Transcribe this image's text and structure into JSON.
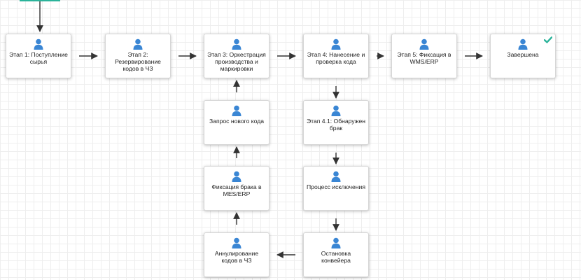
{
  "colors": {
    "accent": "#3a86d4",
    "check": "#2bb39a",
    "arrow": "#333333",
    "node_border": "#d6d6d6",
    "text": "#222222"
  },
  "icons": {
    "node": "user-icon",
    "completed": "check-icon"
  },
  "nodes": [
    {
      "id": "n1",
      "label": "Этап 1: Поступление сырья"
    },
    {
      "id": "n2",
      "label": "Этап 2: Резервирование кодов в ЧЗ"
    },
    {
      "id": "n3",
      "label": "Этап 3: Оркестрация производства и маркировки"
    },
    {
      "id": "n4",
      "label": "Этап 4: Нанесение и проверка кода"
    },
    {
      "id": "n5",
      "label": "Этап 5: Фиксация в WMS/ERP"
    },
    {
      "id": "n6",
      "label": "Завершена",
      "completed": true
    },
    {
      "id": "n41",
      "label": "Этап 4.1: Обнаружен брак"
    },
    {
      "id": "nproc",
      "label": "Процесс исключения"
    },
    {
      "id": "nstop",
      "label": "Остановка конвейера"
    },
    {
      "id": "nannul",
      "label": "Аннулирование кодов в ЧЗ"
    },
    {
      "id": "nfix",
      "label": "Фиксация брака в MES/ERP"
    },
    {
      "id": "nreq",
      "label": "Запрос нового кода"
    }
  ],
  "edges": [
    {
      "from": "start",
      "to": "n1"
    },
    {
      "from": "n1",
      "to": "n2"
    },
    {
      "from": "n2",
      "to": "n3"
    },
    {
      "from": "n3",
      "to": "n4"
    },
    {
      "from": "n4",
      "to": "n5"
    },
    {
      "from": "n5",
      "to": "n6"
    },
    {
      "from": "n4",
      "to": "n41"
    },
    {
      "from": "n41",
      "to": "nproc"
    },
    {
      "from": "nproc",
      "to": "nstop"
    },
    {
      "from": "nstop",
      "to": "nannul"
    },
    {
      "from": "nannul",
      "to": "nfix"
    },
    {
      "from": "nfix",
      "to": "nreq"
    },
    {
      "from": "nreq",
      "to": "n3"
    }
  ]
}
